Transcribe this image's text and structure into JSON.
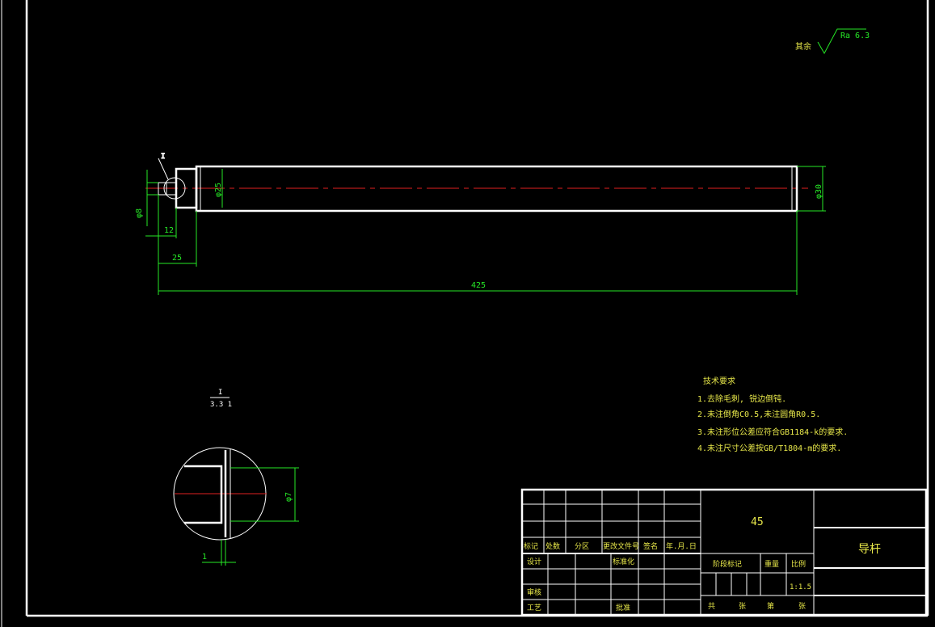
{
  "roughness": {
    "prefix": "其余",
    "value": "Ra 6.3"
  },
  "detail_callout": {
    "letter": "I",
    "ref_label": "I",
    "ref_scale": "3.3 1"
  },
  "dimensions": {
    "phi8": "φ8",
    "phi25": "φ25",
    "phi30": "φ30",
    "len12": "12",
    "len25": "25",
    "len425": "425",
    "phi7": "φ7",
    "groove": "1"
  },
  "tech_requirements": {
    "title": "技术要求",
    "items": [
      "1.去除毛刺, 锐边倒钝.",
      "2.未注倒角C0.5,未注圆角R0.5.",
      "3.未注形位公差应符合GB1184-k的要求.",
      "4.未注尺寸公差按GB/T1804-m的要求."
    ]
  },
  "title_block": {
    "material": "45",
    "part_name": "导杆",
    "rev_headers": [
      "标记",
      "处数",
      "分区",
      "更改文件号",
      "签名",
      "年.月.日"
    ],
    "design": "设计",
    "standardize": "标准化",
    "review": "审核",
    "process": "工艺",
    "approve": "批准",
    "stage_mark": "阶段标记",
    "weight": "重量",
    "scale_label": "比例",
    "scale_value": "1:1.5",
    "total": "共",
    "sheets": "张",
    "number": "第",
    "sheet2": "张"
  }
}
